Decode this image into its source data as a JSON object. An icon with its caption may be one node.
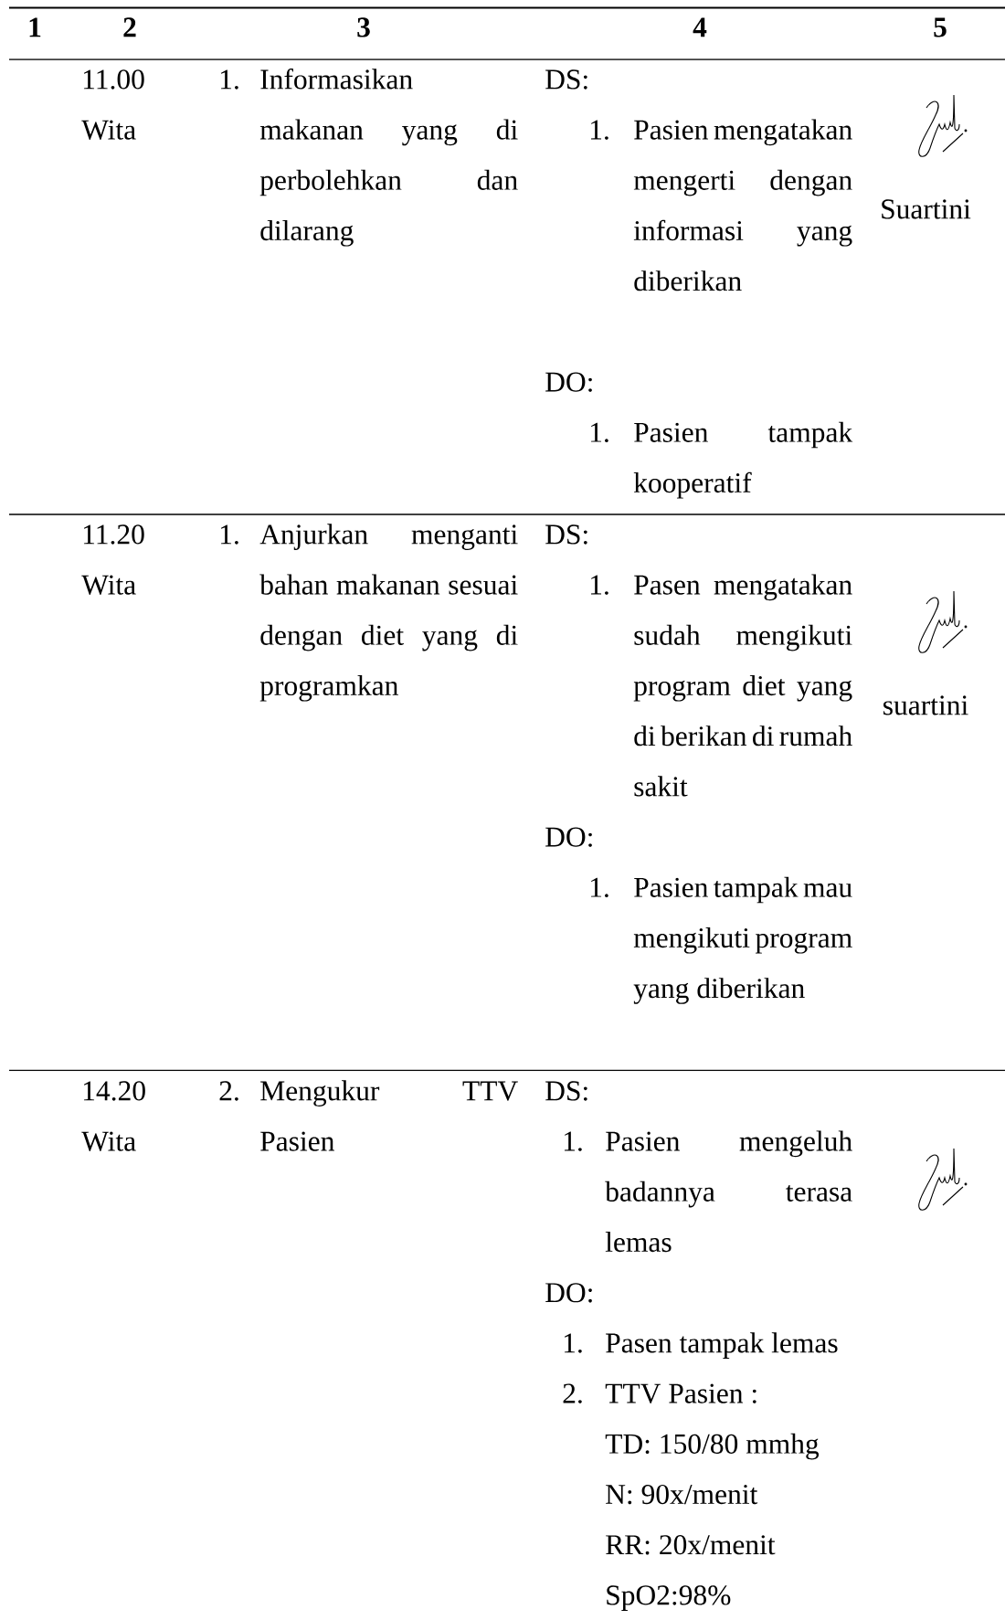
{
  "diagram": {
    "labels": [
      "1",
      "2",
      "3",
      "4",
      "5",
      "11.00 Wita",
      "1.",
      "Informasikan makanan yang di perbolehkan dan dilarang",
      "DS:",
      "1.",
      "Pasien mengatakan mengerti dengan informasi yang diberikan",
      "DO:",
      "1.",
      "Pasien tampak kooperatif",
      "Suartini",
      "11.20 Wita",
      "1.",
      "Anjurkan menganti bahan makanan sesuai dengan diet yang di programkan",
      "DS:",
      "1.",
      "Pasen mengatakan sudah mengikuti program diet yang di berikan di rumah sakit",
      "DO:",
      "1.",
      "Pasien tampak mau mengikuti program yang diberikan",
      "suartini",
      "14.20 Wita",
      "2.",
      "Mengukur TTV Pasien",
      "DS:",
      "1.",
      "Pasien mengeluh badannya terasa lemas",
      "DO:",
      "1.",
      "Pasen tampak lemas",
      "2.",
      "TTV Pasien :",
      "TD: 150/80 mmhg",
      "N: 90x/menit",
      "RR: 20x/menit",
      "SpO2:98%"
    ]
  }
}
